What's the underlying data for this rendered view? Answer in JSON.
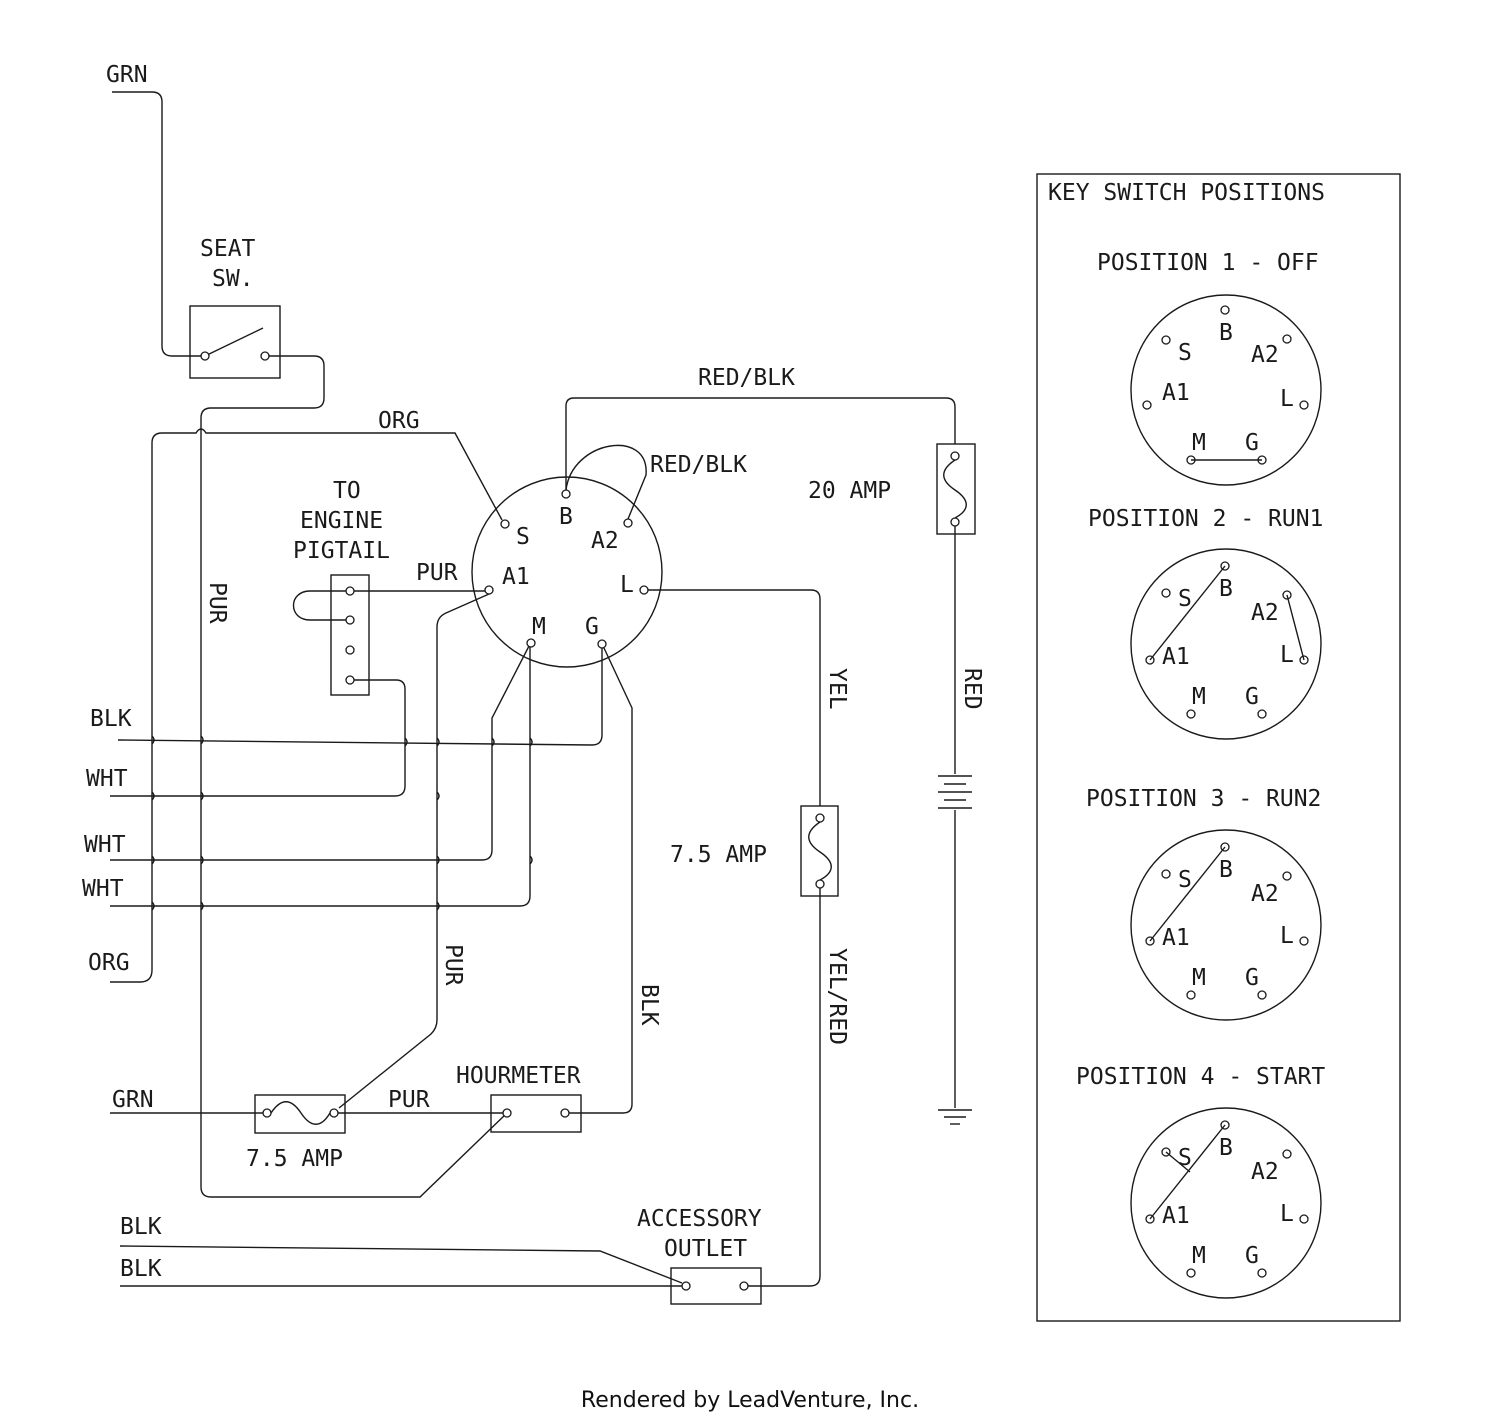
{
  "wires": {
    "grn_top": "GRN",
    "org_top": "ORG",
    "pur_vertical": "PUR",
    "pur_a1": "PUR",
    "red_blk_top": "RED/BLK",
    "red_blk_loop": "RED/BLK",
    "red": "RED",
    "yel": "YEL",
    "yel_red": "YEL/RED",
    "pur_mid": "PUR",
    "blk_hourmeter": "BLK",
    "grn_bottom": "GRN",
    "pur_fuse": "PUR"
  },
  "left_leads": [
    "BLK",
    "WHT",
    "WHT",
    "WHT",
    "ORG"
  ],
  "outlet_leads": [
    "BLK",
    "BLK"
  ],
  "components": {
    "seat_switch": [
      "SEAT",
      "SW."
    ],
    "engine_pigtail": [
      "TO",
      "ENGINE",
      "PIGTAIL"
    ],
    "fuse_20": "20 AMP",
    "fuse_75_right": "7.5 AMP",
    "fuse_75_bottom": "7.5 AMP",
    "hourmeter": "HOURMETER",
    "accessory_outlet": [
      "ACCESSORY",
      "OUTLET"
    ]
  },
  "key_switch": {
    "terminals": [
      "S",
      "B",
      "A2",
      "A1",
      "L",
      "M",
      "G"
    ]
  },
  "positions_panel": {
    "title": "KEY SWITCH POSITIONS",
    "positions": [
      "POSITION 1 - OFF",
      "POSITION 2 - RUN1",
      "POSITION 3 - RUN2",
      "POSITION 4 - START"
    ],
    "terminal_labels": [
      "S",
      "B",
      "A2",
      "A1",
      "L",
      "M",
      "G"
    ]
  },
  "footer": "Rendered by LeadVenture, Inc."
}
